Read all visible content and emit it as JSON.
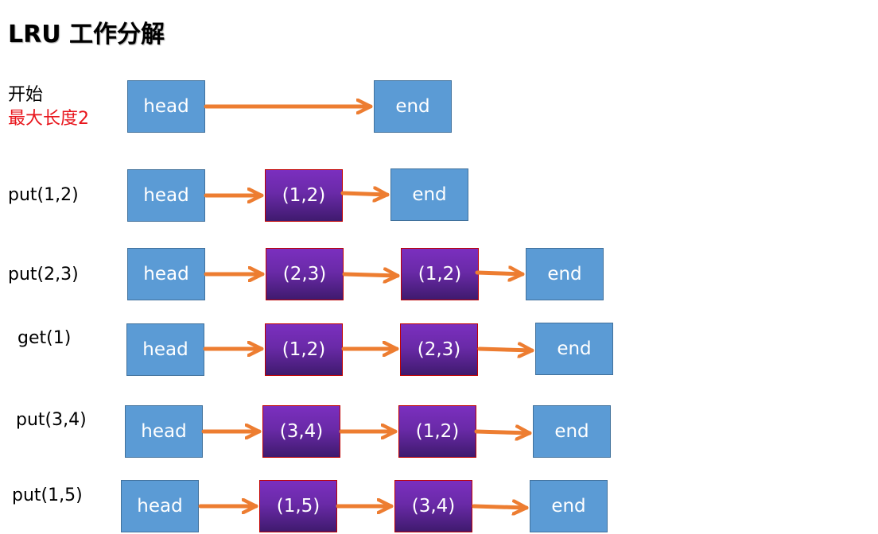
{
  "title": "LRU 工作分解",
  "colors": {
    "end_box": "#5b9bd5",
    "entry_box": "#7030a0",
    "arrow": "#ed7d31",
    "highlight_text": "#e8141b"
  },
  "rows": [
    {
      "label": "开始",
      "sublabel": "最大长度2",
      "nodes": [
        "head",
        "end"
      ]
    },
    {
      "label": "put(1,2)",
      "nodes": [
        "head",
        "(1,2)",
        "end"
      ]
    },
    {
      "label": "put(2,3)",
      "nodes": [
        "head",
        "(2,3)",
        "(1,2)",
        "end"
      ]
    },
    {
      "label": "get(1)",
      "nodes": [
        "head",
        "(1,2)",
        "(2,3)",
        "end"
      ]
    },
    {
      "label": "put(3,4)",
      "nodes": [
        "head",
        "(3,4)",
        "(1,2)",
        "end"
      ]
    },
    {
      "label": "put(1,5)",
      "nodes": [
        "head",
        "(1,5)",
        "(3,4)",
        "end"
      ]
    }
  ]
}
